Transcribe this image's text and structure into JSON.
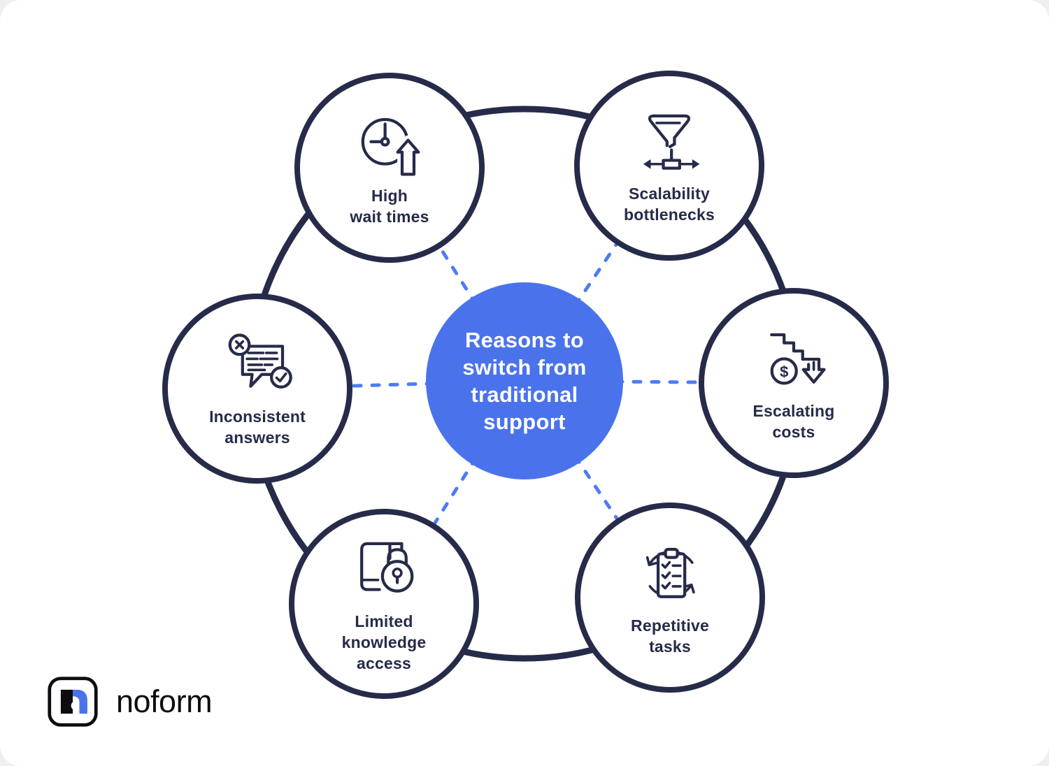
{
  "colors": {
    "bg": "#ffffff",
    "navy": "#262b49",
    "blue": "#4a73eb",
    "dash": "#4d7cf3",
    "logo-black": "#0c0d10"
  },
  "center": {
    "label": "Reasons to\nswitch from\ntraditional\nsupport"
  },
  "nodes": [
    {
      "id": "high-wait-times",
      "label": "High\nwait times",
      "icon": "clock-up-arrow-icon"
    },
    {
      "id": "scalability-bottlenecks",
      "label": "Scalability\nbottlenecks",
      "icon": "funnel-width-arrows-icon"
    },
    {
      "id": "escalating-costs",
      "label": "Escalating\ncosts",
      "icon": "stairs-down-dollar-icon"
    },
    {
      "id": "repetitive-tasks",
      "label": "Repetitive\ntasks",
      "icon": "clipboard-cycle-icon"
    },
    {
      "id": "limited-knowledge-access",
      "label": "Limited\nknowledge\naccess",
      "icon": "book-lock-icon"
    },
    {
      "id": "inconsistent-answers",
      "label": "Inconsistent\nanswers",
      "icon": "chat-x-check-icon"
    }
  ],
  "logo": {
    "text": "noform"
  }
}
